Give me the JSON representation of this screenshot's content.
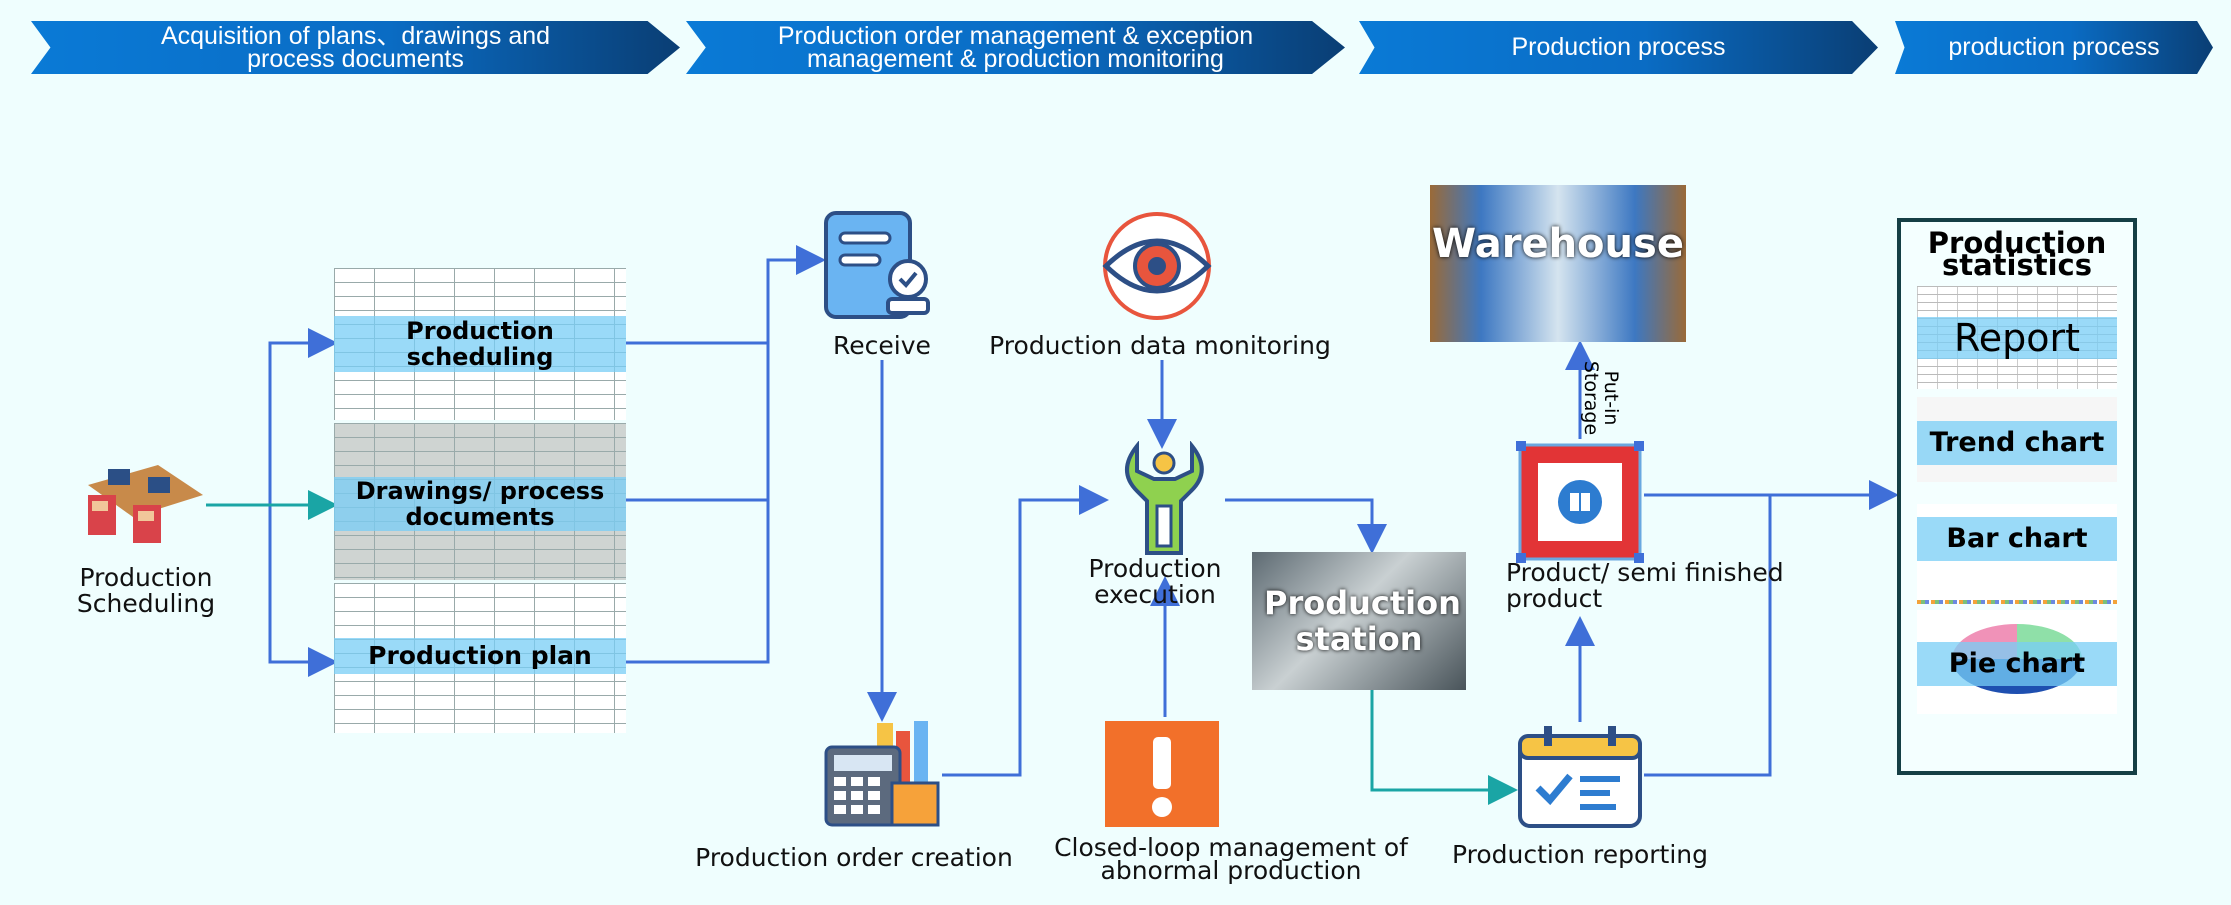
{
  "stages": [
    {
      "label": "Acquisition of plans、drawings and process documents"
    },
    {
      "label": "Production order management & exception management & production monitoring"
    },
    {
      "label": "Production process"
    },
    {
      "label": "production process"
    }
  ],
  "nodes": {
    "scheduler": "Production Scheduling",
    "doc_scheduling": "Production scheduling",
    "doc_drawings": "Drawings/ process documents",
    "doc_plan": "Production plan",
    "receive": "Receive",
    "monitoring": "Production data monitoring",
    "execution": "Production execution",
    "order_creation": "Production order creation",
    "abnormal": "Closed-loop management of abnormal production",
    "station": "Production station",
    "warehouse": "Warehouse",
    "storage": "Put-in Storage",
    "product": "Product/ semi finished product",
    "reporting": "Production reporting"
  },
  "statistics": {
    "title": "Production statistics",
    "report": "Report",
    "trend": "Trend chart",
    "bar": "Bar chart",
    "pie": "Pie chart"
  },
  "colors": {
    "arrow": "#3f6fd8",
    "teal": "#1aa5a5",
    "banner": "#0a6cc4"
  }
}
